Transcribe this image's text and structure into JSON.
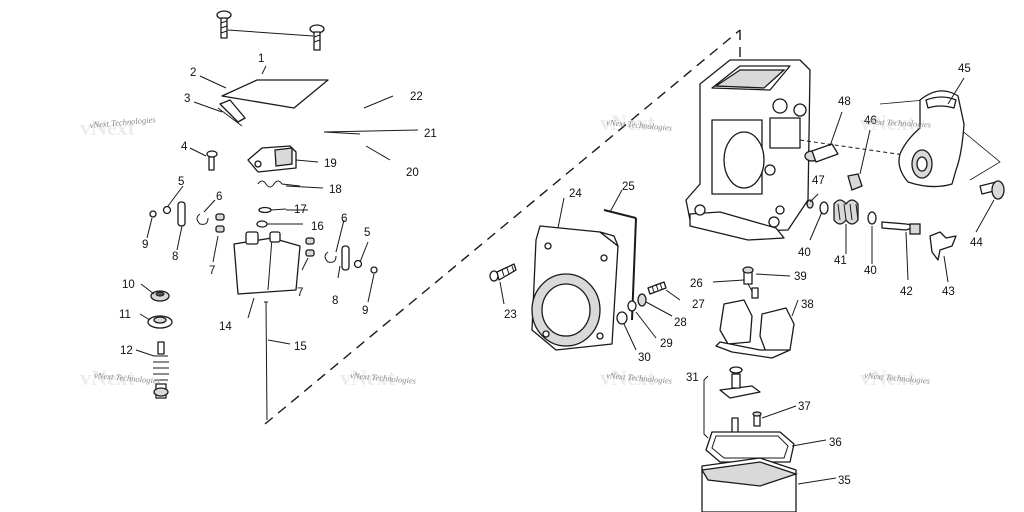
{
  "watermark": "vNext Technologies",
  "callouts": [
    "1",
    "2",
    "3",
    "4",
    "5",
    "6",
    "7",
    "8",
    "9",
    "10",
    "11",
    "12",
    "14",
    "15",
    "16",
    "17",
    "18",
    "19",
    "20",
    "21",
    "22",
    "23",
    "24",
    "25",
    "26",
    "27",
    "28",
    "29",
    "30",
    "31",
    "35",
    "36",
    "37",
    "38",
    "39",
    "40",
    "41",
    "42",
    "43",
    "44",
    "45",
    "46",
    "47",
    "48"
  ]
}
